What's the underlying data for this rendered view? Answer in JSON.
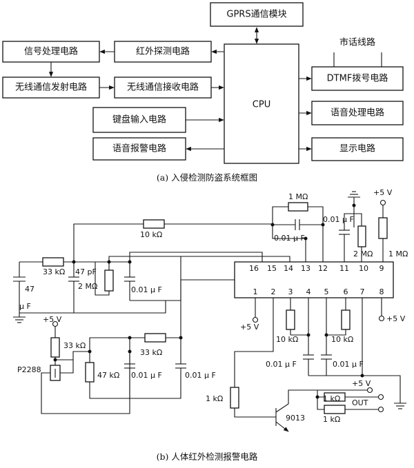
{
  "block_diagram": {
    "blocks": {
      "gprs": "GPRS通信模块",
      "signal": "信号处理电路",
      "ir_detect": "红外探测电路",
      "wireless_tx": "无线通信发射电路",
      "wireless_rx": "无线通信接收电路",
      "keyboard": "键盘输入电路",
      "voice_alarm": "语音报警电路",
      "cpu": "CPU",
      "dtmf": "DTMF拨号电路",
      "voice_proc": "语音处理电路",
      "display": "显示电路"
    },
    "phone_line": "市话线路",
    "caption": "(a)  入侵检测防盗系统框图"
  },
  "circuit": {
    "caption": "(b)  人体红外检测报警电路",
    "labels": {
      "r_1m_top": "1 MΩ",
      "c_001_top": "0.01 μ F",
      "c_001_right": "0.01 μ F",
      "vcc_top": "+5 V",
      "r_10k_top": "10 kΩ",
      "r_33k_left": "33 kΩ",
      "c_47pf": "47 pF",
      "c_47uf": "47",
      "c_47uf_unit": "μ F",
      "r_2m_left": "2 MΩ",
      "c_001_mid": "0.01 μ F",
      "r_2m_right": "2 MΩ",
      "r_1m_right": "1 MΩ",
      "vcc_left": "+5 V",
      "r_33k_sensor": "33 kΩ",
      "sensor": "P2288",
      "r_33k_mid": "33 kΩ",
      "r_47k": "47 kΩ",
      "c_001_a": "0.01 μ F",
      "c_001_b": "0.01 μ F",
      "vcc_pin1": "+5 V",
      "vcc_pin8": "+5 V",
      "r_10k_a": "10 kΩ",
      "r_10k_b": "10 kΩ",
      "c_001_c": "0.01 μ F",
      "c_001_d": "0.01 μ F",
      "vcc_bottom": "+5 V",
      "r_1k_base": "1 kΩ",
      "r_1k_a": "1 kΩ",
      "r_1k_b": "1 kΩ",
      "out": "OUT",
      "transistor": "9013"
    },
    "ic_pins_top": [
      "16",
      "15",
      "14",
      "13",
      "12",
      "11",
      "10",
      "9"
    ],
    "ic_pins_bottom": [
      "1",
      "2",
      "3",
      "4",
      "5",
      "6",
      "7",
      "8"
    ]
  }
}
